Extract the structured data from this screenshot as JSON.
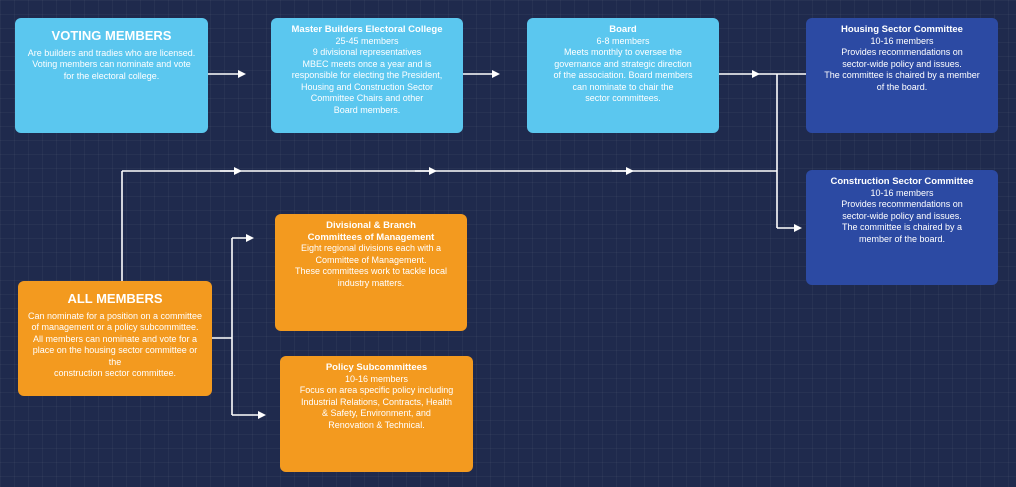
{
  "voting": {
    "title": "VOTING MEMBERS",
    "body": "Are builders and tradies who are licensed.\nVoting members can nominate and vote\nfor the electoral college."
  },
  "mbec": {
    "title": "Master Builders  Electoral College",
    "sub": "25-45 members",
    "body": "9 divisional representatives\nMBEC meets once a year and is\nresponsible for electing the President,\nHousing and Construction Sector\nCommittee Chairs and other\nBoard members."
  },
  "board": {
    "title": "Board",
    "sub": "6-8 members",
    "body": "Meets monthly to oversee the\ngovernance and strategic direction\nof the association. Board members\ncan nominate to chair the\nsector committees."
  },
  "housing": {
    "title": "Housing Sector Committee",
    "sub": "10-16 members",
    "body": "Provides recommendations on\nsector-wide policy and issues.\nThe committee is chaired by a member\nof the board."
  },
  "construction": {
    "title": "Construction Sector Committee",
    "sub": "10-16 members",
    "body": "Provides recommendations on\nsector-wide policy and issues.\nThe committee is chaired by a\nmember of the board."
  },
  "all_members": {
    "title": "ALL MEMBERS",
    "body": "Can nominate for a position on a committee\nof management or a policy subcommittee.\nAll members can nominate and vote for a\nplace on the housing sector committee or the\nconstruction sector committee."
  },
  "divisional": {
    "title": "Divisional & Branch\nCommittees of Management",
    "body": "Eight regional divisions each with a\nCommittee of Management.\nThese committees work to tackle local\nindustry matters."
  },
  "policy": {
    "title": "Policy Subcommittees",
    "sub": "10-16 members",
    "body": "Focus on area specific policy including\nIndustrial Relations, Contracts, Health\n& Safety, Environment, and\nRenovation & Technical."
  },
  "colors": {
    "background": "#1f2a4d",
    "light_blue": "#5bc7ef",
    "dark_blue": "#2c4aa3",
    "orange": "#f39a1f",
    "connector": "#ffffff"
  }
}
